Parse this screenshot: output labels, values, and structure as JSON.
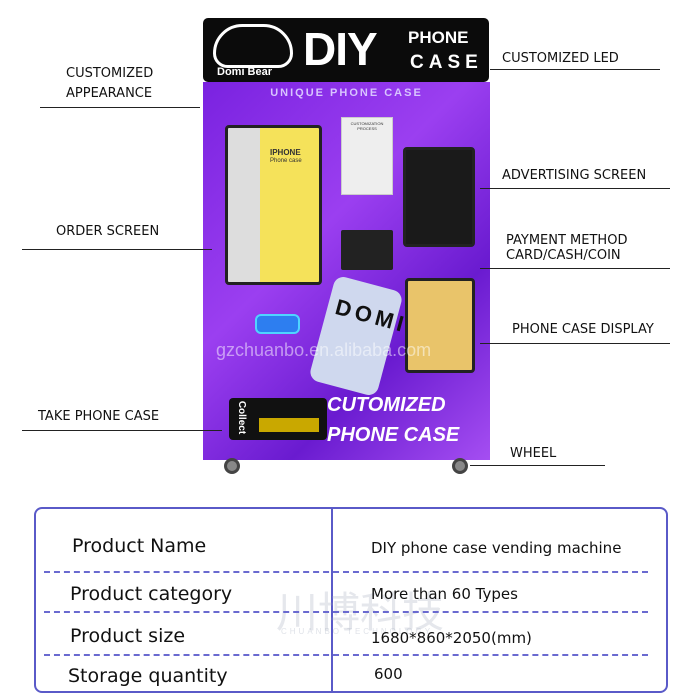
{
  "header": {
    "brand": "Domi Bear",
    "diy": "DIY",
    "phone": "PHONE",
    "case": "CASE"
  },
  "machine": {
    "banner": "UNIQUE PHONE CASE",
    "order_screen_title": "IPHONE",
    "order_screen_sub": "Phone case",
    "process_title": "CUSTOMIZATION PROCESS",
    "case_letters": "DOMI",
    "front_text_1": "CUTOMIZED",
    "front_text_2": "PHONE CASE",
    "collect": "Collect"
  },
  "callouts": {
    "appearance_1": "CUSTOMIZED",
    "appearance_2": "APPEARANCE",
    "led": "CUSTOMIZED LED",
    "advertising": "ADVERTISING SCREEN",
    "order": "ORDER SCREEN",
    "payment_1": "PAYMENT METHOD",
    "payment_2": "CARD/CASH/COIN",
    "display": "PHONE CASE DISPLAY",
    "take": "TAKE PHONE CASE",
    "wheel": "WHEEL"
  },
  "watermark": {
    "url": "gzchuanbo.en.alibaba.com",
    "cn": "川博科技",
    "en": "CHUANBO TECHNOLOGY"
  },
  "table": {
    "rows": [
      {
        "label": "Product Name",
        "value": "DIY phone case  vending machine"
      },
      {
        "label": "Product category",
        "value": "More than 60 Types"
      },
      {
        "label": "Product size",
        "value": "1680*860*2050(mm)"
      },
      {
        "label": "Storage quantity",
        "value": "600"
      }
    ]
  }
}
